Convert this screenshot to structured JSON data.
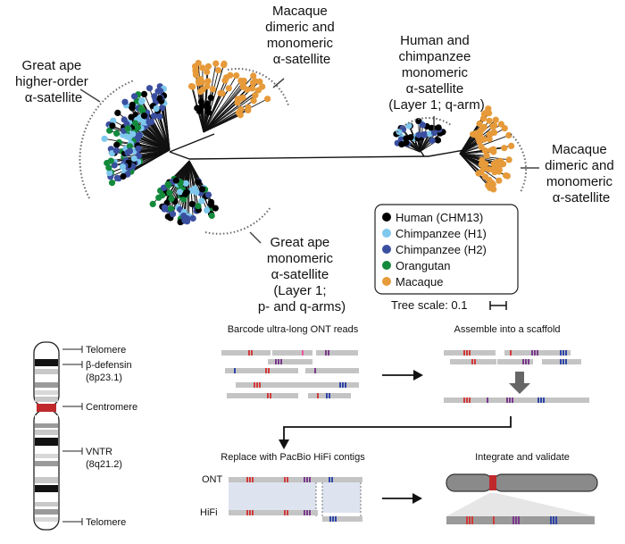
{
  "tree": {
    "labels": {
      "great_ape_hor": [
        "Great ape",
        "higher-order",
        "α-satellite"
      ],
      "macaque_top": [
        "Macaque",
        "dimeric and",
        "monomeric",
        "α-satellite"
      ],
      "human_chimp": [
        "Human and",
        "chimpanzee",
        "monomeric",
        "α-satellite",
        "(Layer 1; q-arm)"
      ],
      "macaque_right": [
        "Macaque",
        "dimeric and",
        "monomeric",
        "α-satellite"
      ],
      "great_ape_mono": [
        "Great ape",
        "monomeric",
        "α-satellite",
        "(Layer 1;",
        "p- and q-arms)"
      ]
    },
    "legend": [
      {
        "label": "Human (CHM13)",
        "color": "#000000"
      },
      {
        "label": "Chimpanzee (H1)",
        "color": "#7ec8ee"
      },
      {
        "label": "Chimpanzee (H2)",
        "color": "#3a4fa0"
      },
      {
        "label": "Orangutan",
        "color": "#138a3c"
      },
      {
        "label": "Macaque",
        "color": "#e69a3a"
      }
    ],
    "scale_label": "Tree scale: 0.1"
  },
  "chromosome": {
    "labels": [
      "Telomere",
      "β-defensin",
      "(8p23.1)",
      "Centromere",
      "VNTR",
      "(8q21.2)",
      "Telomere"
    ]
  },
  "workflow": {
    "step1": "Barcode ultra-long ONT reads",
    "step2": "Assemble into a scaffold",
    "step3": "Replace with PacBio HiFi contigs",
    "step4": "Integrate and validate",
    "ont_label": "ONT",
    "hifi_label": "HiFi"
  },
  "colors": {
    "read_grey": "#c4c4c4",
    "red": "#d23b3b",
    "purple": "#7a3b8c",
    "blue": "#2f45a8",
    "pink": "#e85aa0",
    "arrow_grey": "#666666"
  }
}
